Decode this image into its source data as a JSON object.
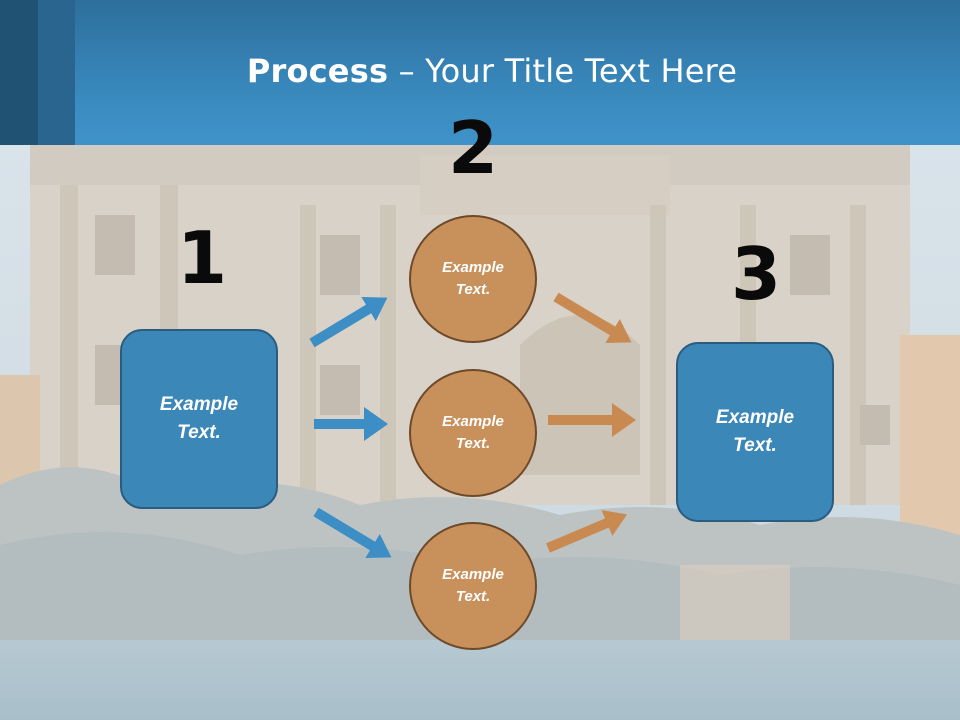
{
  "slide": {
    "title_bold": "Process",
    "title_rest": " – Your Title Text Here"
  },
  "steps": {
    "one": "1",
    "two": "2",
    "three": "3"
  },
  "nodes": {
    "start_box": "Example\nText.",
    "circle_top": "Example\nText.",
    "circle_middle": "Example\nText.",
    "circle_bottom": "Example\nText.",
    "end_box": "Example\nText."
  },
  "colors": {
    "header": "#3a8bc0",
    "box_fill": "#3b87b8",
    "circle_fill": "#c8905a",
    "arrow_blue": "#3d8ec4",
    "arrow_orange": "#c98a52"
  }
}
